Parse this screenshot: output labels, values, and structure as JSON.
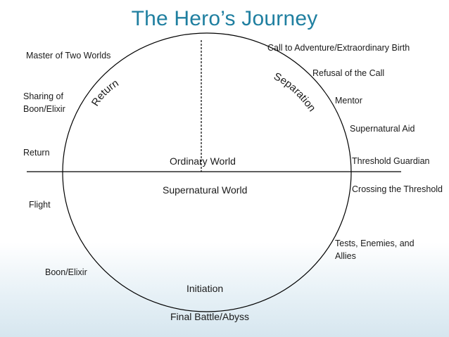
{
  "title": "The Hero’s Journey",
  "colors": {
    "title": "#1f7fa0",
    "stroke": "#000000"
  },
  "arcs": {
    "return": "Return",
    "separation": "Separation"
  },
  "center": {
    "ordinary": "Ordinary World",
    "supernatural": "Supernatural World",
    "initiation": "Initiation",
    "final": "Final Battle/Abyss"
  },
  "left": {
    "master": "Master of Two Worlds",
    "sharing": "Sharing of Boon/Elixir",
    "return": "Return",
    "flight": "Flight",
    "boon": "Boon/Elixir"
  },
  "right": {
    "call": "Call to Adventure/Extraordinary Birth",
    "refusal": "Refusal of the Call",
    "mentor": "Mentor",
    "aid": "Supernatural Aid",
    "guardian": "Threshold Guardian",
    "crossing": "Crossing the Threshold",
    "tests": "Tests, Enemies, and Allies"
  }
}
